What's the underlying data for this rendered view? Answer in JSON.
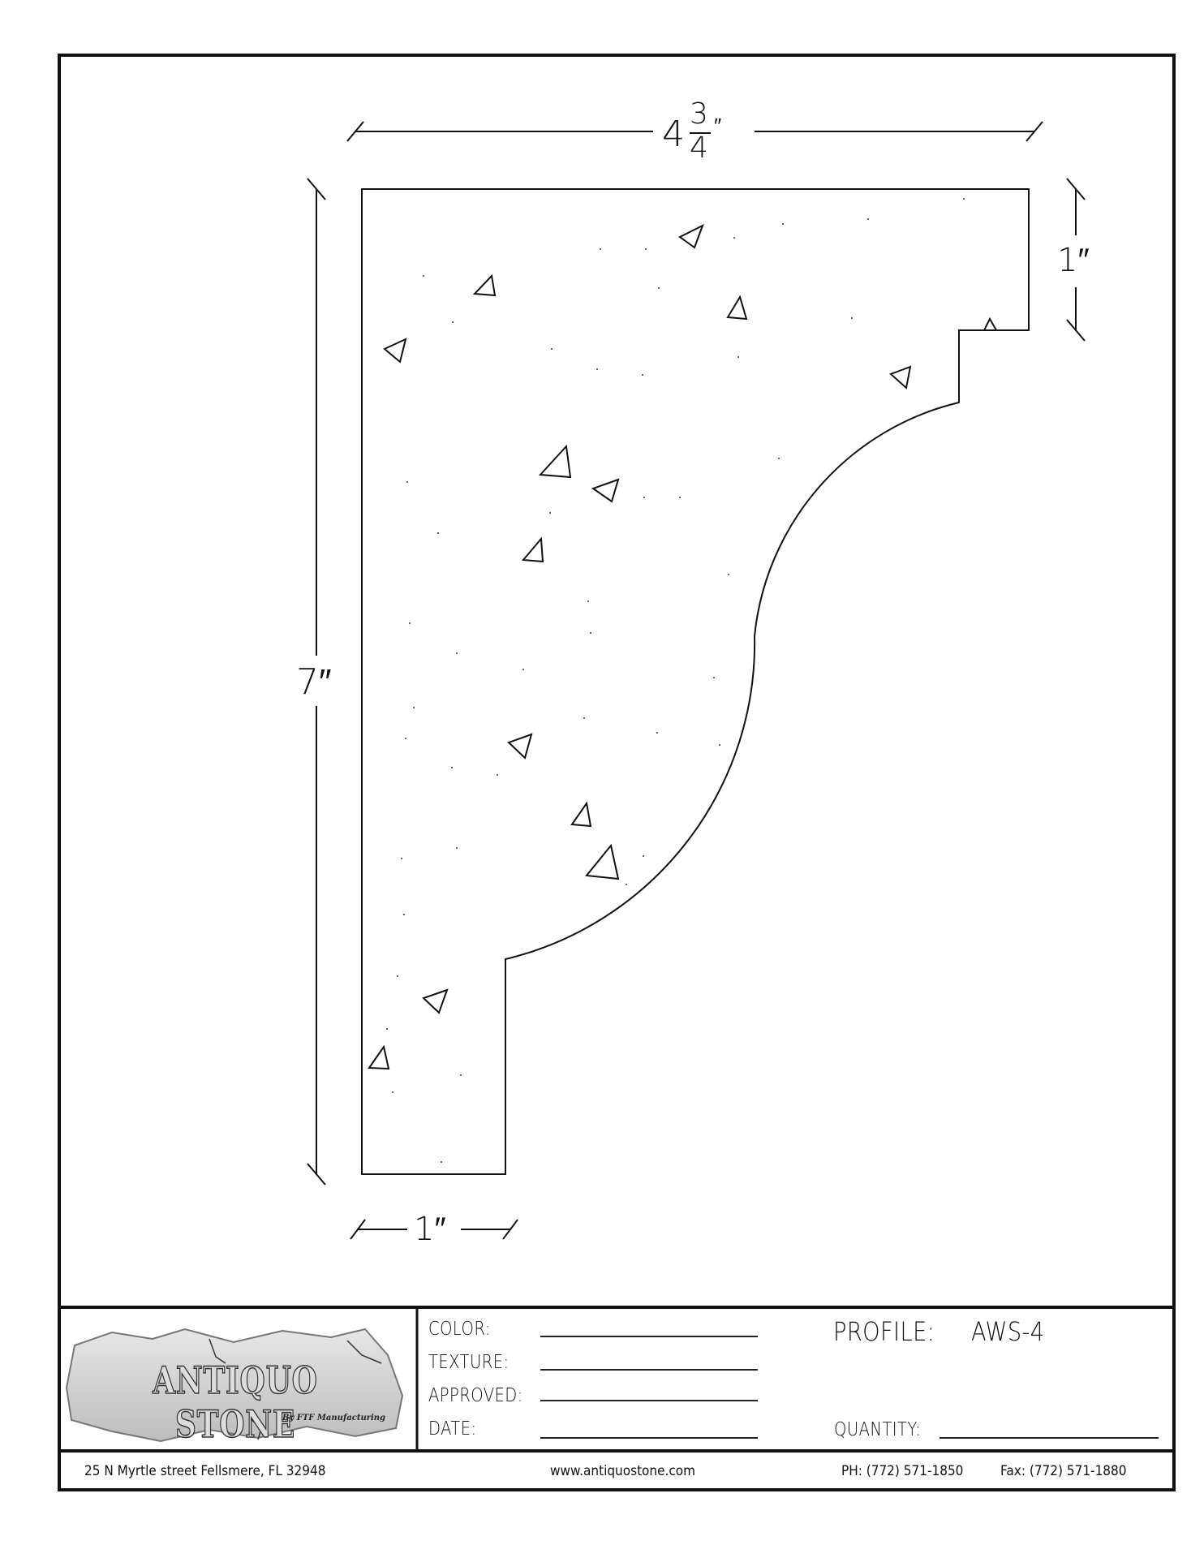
{
  "drawing": {
    "dim_width_whole": "4",
    "dim_width_num": "3",
    "dim_width_den": "4",
    "dim_width_unit": "″",
    "dim_height": "7″",
    "dim_top_step": "1″",
    "dim_bottom_step": "1″"
  },
  "title_block": {
    "logo_text": "ANTIQUO STONE",
    "logo_subtext": "By FTF Manufacturing",
    "color_label": "COLOR:",
    "texture_label": "TEXTURE:",
    "approved_label": "APPROVED:",
    "date_label": "DATE:",
    "profile_label": "PROFILE:",
    "profile_value": "AWS-4",
    "quantity_label": "QUANTITY:"
  },
  "footer": {
    "address": "25 N Myrtle street Fellsmere, FL 32948",
    "website": "www.antiquostone.com",
    "phone": "PH: (772) 571-1850",
    "fax": "Fax: (772) 571-1880"
  }
}
